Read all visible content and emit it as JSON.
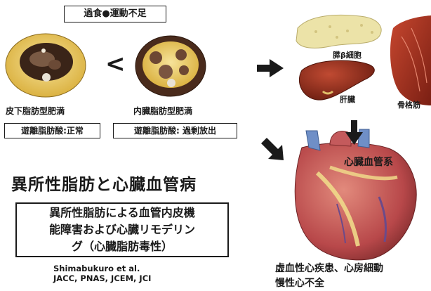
{
  "cause": "過食●運動不足",
  "less_than": "<",
  "fat_types": {
    "subcutaneous": "皮下脂肪型肥満",
    "visceral": "内臓脂肪型肥満"
  },
  "ffa": {
    "subcutaneous": "遊離脂肪酸:正常",
    "visceral": "遊離脂肪酸: 過剰放出"
  },
  "organs": {
    "pancreas": "膵β細胞",
    "liver": "肝臓",
    "muscle": "骨格筋",
    "cardiovascular": "心臓血管系"
  },
  "main_title": "異所性脂肪と心臓血管病",
  "summary_lines": [
    "異所性脂肪による血管内皮機",
    "能障害および心臓リモデリン",
    "グ（心臓脂肪毒性）"
  ],
  "citation": {
    "authors": "Shimabukuro et al.",
    "journals": "JACC, PNAS, JCEM, JCI"
  },
  "outcome_lines": [
    "虚血性心疾患、心房細動",
    "慢性心不全"
  ],
  "colors": {
    "fat": "#e9c85a",
    "muscle_cs": "#5b3424",
    "liver": "#8e2b1a",
    "pancreas": "#ece3a8",
    "heart": "#b8484a",
    "skeletal_muscle": "#a5301f",
    "arrow": "#1a1a1a"
  }
}
